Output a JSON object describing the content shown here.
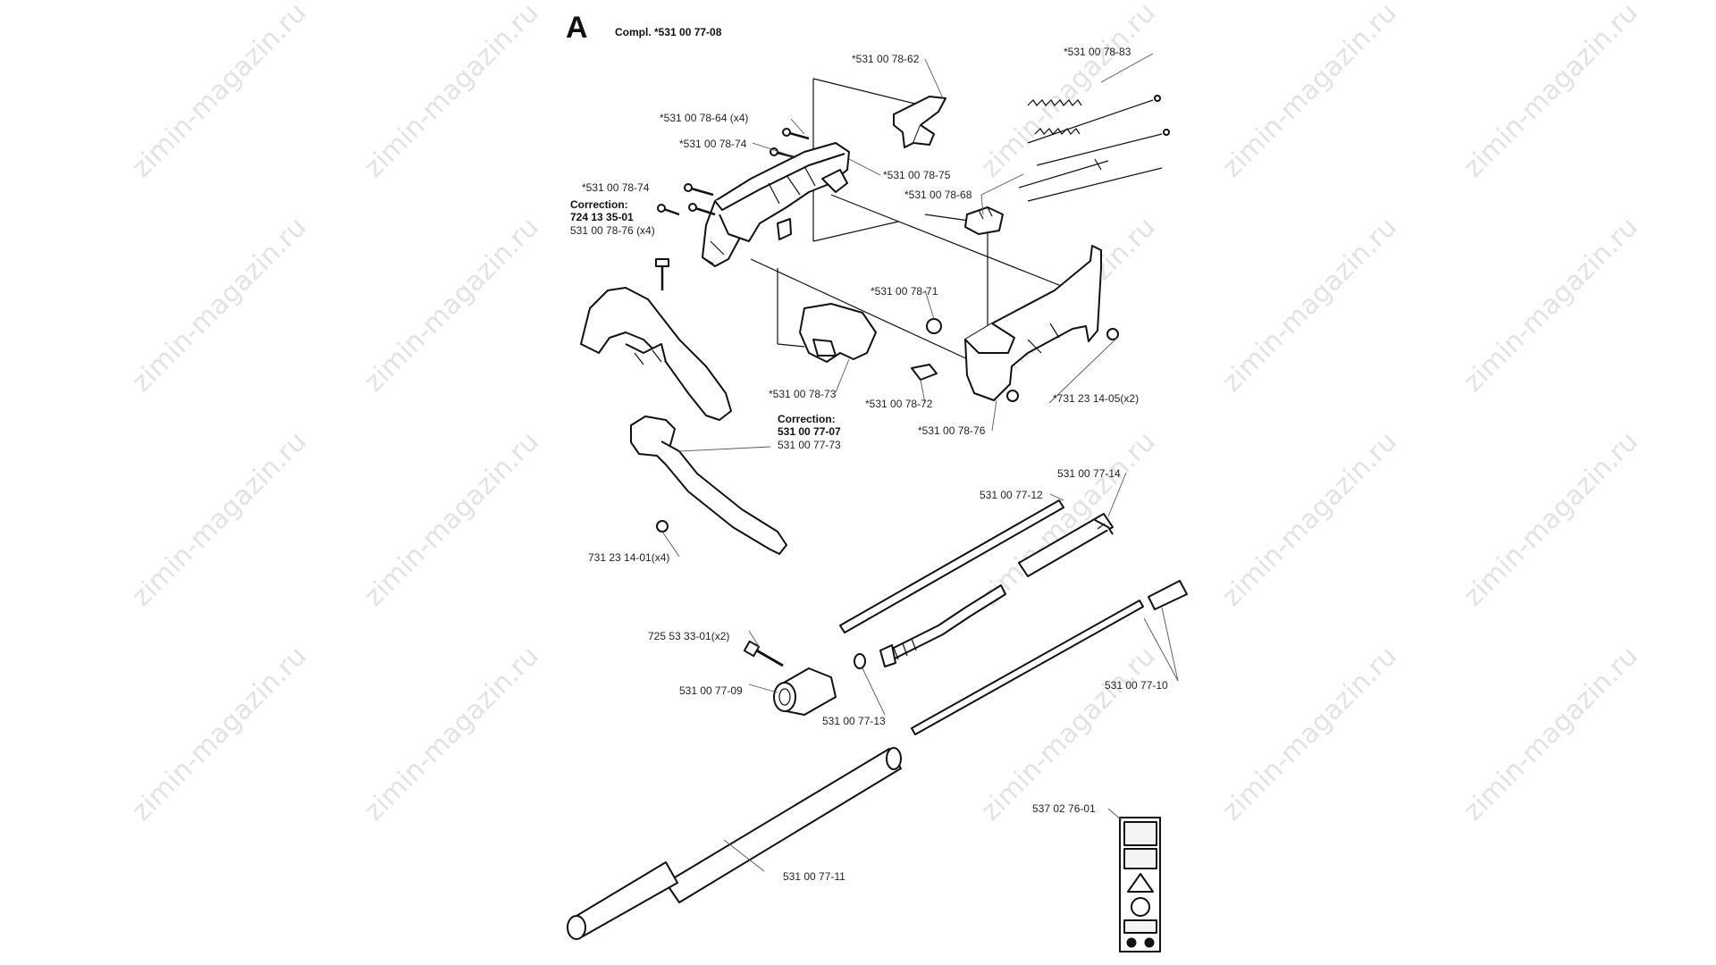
{
  "section_letter": "A",
  "compl_label": "Compl. *531 00 77-08",
  "watermark": "zimin-magazin.ru",
  "labels": {
    "p62": "*531 00 78-62",
    "p83": "*531 00 78-83",
    "p64": "*531 00 78-64 (x4)",
    "p74a": "*531 00 78-74",
    "p75": "*531 00 78-75",
    "p74b": "*531 00 78-74",
    "p68": "*531 00 78-68",
    "corr1_title": "Correction:",
    "corr1_num": "724 13 35-01",
    "p76x4": "531 00 78-76 (x4)",
    "p71": "*531 00 78-71",
    "p73": "*531 00 78-73",
    "p72": "*531 00 78-72",
    "p76": "*531 00 78-76",
    "p731x2": "*731 23 14-05(x2)",
    "corr2_title": "Correction:",
    "corr2_num": "531 00 77-07",
    "p7773": "531 00 77-73",
    "p731x4": "731 23 14-01(x4)",
    "p7714": "531 00 77-14",
    "p7712": "531 00 77-12",
    "p725": "725 53 33-01(x2)",
    "p7709": "531 00 77-09",
    "p7713": "531 00 77-13",
    "p7710": "531 00 77-10",
    "p7711": "531 00 77-11",
    "p537": "537 02 76-01"
  }
}
